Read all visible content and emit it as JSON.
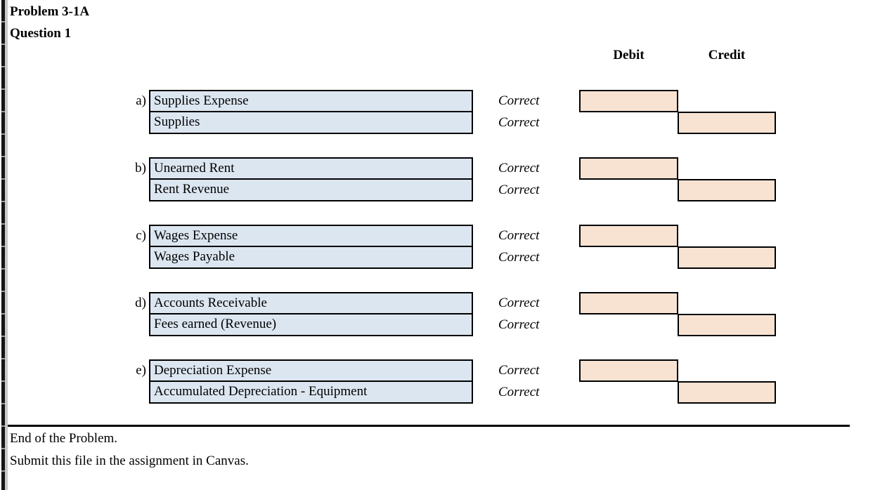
{
  "document": {
    "title_problem": "Problem 3-1A",
    "title_question": "Question 1"
  },
  "columns": {
    "debit_header": "Debit",
    "credit_header": "Credit"
  },
  "colors": {
    "account_fill": "#dce6f1",
    "amount_fill": "#f8e3d3",
    "border": "#000000",
    "gutter": "#151515"
  },
  "entries": [
    {
      "letter": "a)",
      "debit_account": "Supplies Expense",
      "credit_account": "Supplies",
      "debit_status": "Correct",
      "credit_status": "Correct",
      "debit_amount": "",
      "credit_amount": ""
    },
    {
      "letter": "b)",
      "debit_account": "Unearned Rent",
      "credit_account": "Rent Revenue",
      "debit_status": "Correct",
      "credit_status": "Correct",
      "debit_amount": "",
      "credit_amount": ""
    },
    {
      "letter": "c)",
      "debit_account": "Wages Expense",
      "credit_account": "Wages Payable",
      "debit_status": "Correct",
      "credit_status": "Correct",
      "debit_amount": "",
      "credit_amount": ""
    },
    {
      "letter": "d)",
      "debit_account": "Accounts Receivable",
      "credit_account": "Fees earned (Revenue)",
      "debit_status": "Correct",
      "credit_status": "Correct",
      "debit_amount": "",
      "credit_amount": ""
    },
    {
      "letter": "e)",
      "debit_account": "Depreciation Expense",
      "credit_account": "Accumulated Depreciation - Equipment",
      "debit_status": "Correct",
      "credit_status": "Correct",
      "debit_amount": "",
      "credit_amount": ""
    }
  ],
  "footer": {
    "lines": [
      "End of the Problem.",
      "Submit this file in the assignment in Canvas."
    ]
  }
}
